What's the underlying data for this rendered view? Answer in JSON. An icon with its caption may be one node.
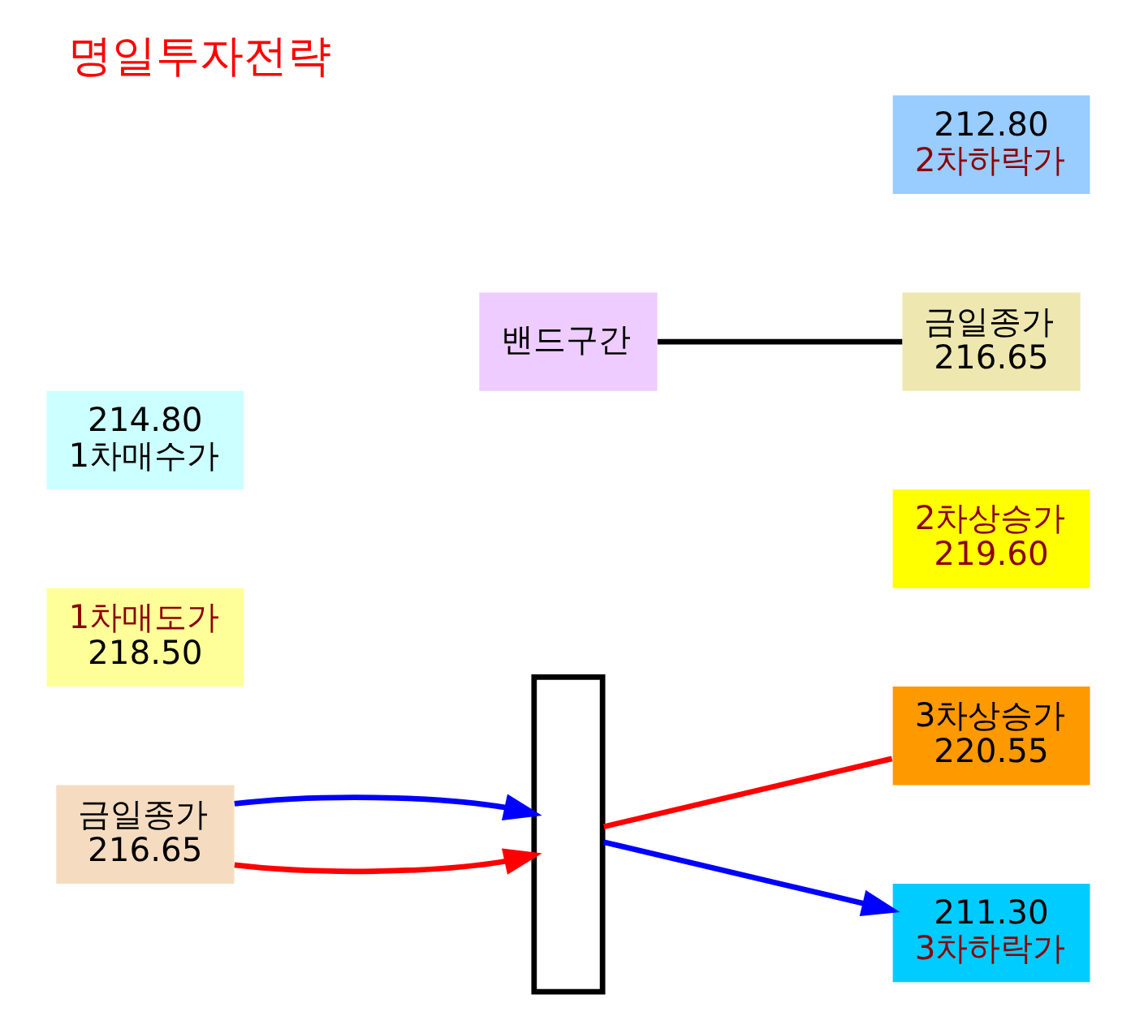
{
  "diagram": {
    "title": "명일투자전략",
    "nodes": [
      {
        "text": [
          "3차상승가",
          "220.55"
        ]
      },
      {
        "text": [
          "2차상승가",
          "219.60"
        ]
      },
      {
        "text": [
          "1차매도가",
          "218.50"
        ]
      },
      {
        "text": [],
        "shape": "box"
      },
      {
        "text": [
          "금일종가",
          "216.65"
        ]
      },
      {
        "text": [
          "밴드구간"
        ]
      },
      {
        "text": [
          "금일종가",
          "216.65"
        ]
      },
      {
        "text": [
          "214.80",
          "1차매수가"
        ]
      },
      {
        "text": [
          "212.80",
          "2차하락가"
        ]
      },
      {
        "text": [
          "211.30",
          "3차하락가"
        ]
      }
    ],
    "edges": [
      {
        "from": 4,
        "to": 3,
        "arrow": "to",
        "color": "#ff0000"
      },
      {
        "from": 4,
        "to": 3,
        "arrow": "to",
        "color": "#0000ff"
      },
      {
        "from": 3,
        "to": 0,
        "arrow": "none",
        "color": "#ff0000"
      },
      {
        "from": 3,
        "to": 9,
        "arrow": "to",
        "color": "#0000ff"
      },
      {
        "from": 5,
        "to": 6,
        "arrow": "none",
        "color": "#000000"
      }
    ]
  }
}
